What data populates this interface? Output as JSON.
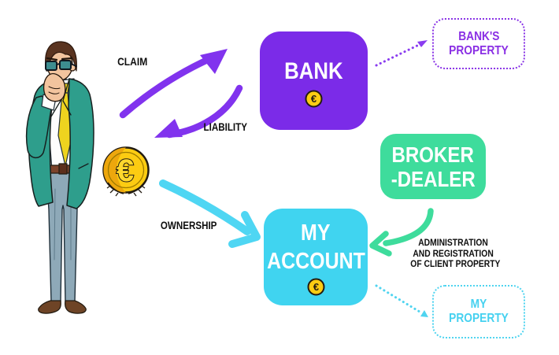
{
  "boxes": {
    "bank": {
      "label": "BANK"
    },
    "broker_dealer": {
      "line1": "BROKER",
      "line2": "-DEALER"
    },
    "my_account": {
      "line1": "MY",
      "line2": "ACCOUNT"
    },
    "banks_property": {
      "line1": "BANK'S",
      "line2": "PROPERTY"
    },
    "my_property": {
      "line1": "MY",
      "line2": "PROPERTY"
    }
  },
  "labels": {
    "claim": "CLAIM",
    "liability": "LIABILITY",
    "ownership": "OWNERSHIP",
    "admin_line1": "ADMINISTRATION",
    "admin_line2": "AND REGISTRATION",
    "admin_line3": "OF CLIENT PROPERTY"
  },
  "icons": {
    "euro_symbol": "€"
  },
  "colors": {
    "bank_purple": "#7b2be8",
    "arrow_purple": "#8133ee",
    "property_purple_text": "#8a2fe4",
    "broker_mint": "#3edc9c",
    "account_cyan": "#40d4f0",
    "arrow_cyan": "#4fd6f3",
    "property_cyan_text": "#45d1f0",
    "label_black": "#0e0e0e",
    "coin_gold": "#fccc12"
  }
}
